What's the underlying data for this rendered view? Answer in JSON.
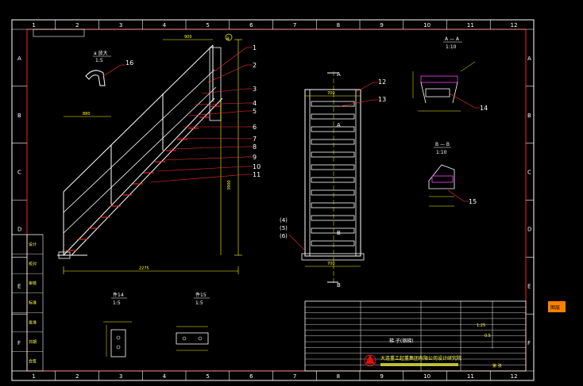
{
  "colors": {
    "background": "#000000",
    "frame": "#ffffff",
    "border_red": "#ff2020",
    "geometry_white": "#ffffff",
    "leader_red": "#ff3030",
    "dims_yellow": "#ffff00",
    "title_yellow": "#ffff40",
    "bolt_magenta": "#ff40ff",
    "logo_red": "#e01010",
    "layer_chip": "#ff8000"
  },
  "grid": {
    "top_numbers": [
      "1",
      "2",
      "3",
      "4",
      "5",
      "6",
      "7",
      "8",
      "9",
      "10",
      "11",
      "12"
    ],
    "bottom_numbers": [
      "1",
      "2",
      "3",
      "4",
      "5",
      "6",
      "7",
      "8",
      "9",
      "10",
      "11",
      "12"
    ],
    "left_letters": [
      "A",
      "B",
      "C",
      "D",
      "E",
      "F"
    ],
    "right_letters": [
      "A",
      "B",
      "C",
      "D",
      "E",
      "F"
    ]
  },
  "views": {
    "enlarge_a": {
      "title": "a 放大",
      "scale": "1:5",
      "part": "16"
    },
    "section_aa": {
      "title": "A — A",
      "scale": "1:10",
      "part": "14"
    },
    "section_bb": {
      "title": "B — B",
      "scale": "1:10",
      "part": "15"
    },
    "part14": {
      "title": "件14",
      "scale": "1:5"
    },
    "part15": {
      "title": "件15",
      "scale": "1:5"
    }
  },
  "callouts": {
    "side_view": [
      "1",
      "2",
      "3",
      "4",
      "5",
      "6",
      "7",
      "8",
      "9",
      "10",
      "11"
    ],
    "a_mark": "a",
    "front_view": [
      "12",
      "13"
    ],
    "front_left": [
      "(4)",
      "(5)",
      "(6)"
    ]
  },
  "section_marks": {
    "a": "A",
    "b": "B"
  },
  "dims": {
    "stair_width": "2275",
    "top_width": "880",
    "handrail_height": "900",
    "total_height": "3900",
    "front_top": "700",
    "front_bottom": "700"
  },
  "title_block": {
    "company": "大连重工起重集团有限公司设计研究院",
    "drawing_name": "梯 子(钢梯)",
    "scale": "1:25",
    "weight": "0.5",
    "sheet_label": "第 张",
    "layer_chip": "图层"
  },
  "left_block": {
    "rows": [
      "设计",
      "校对",
      "审核",
      "标准",
      "批准",
      "日期",
      "会签"
    ]
  }
}
